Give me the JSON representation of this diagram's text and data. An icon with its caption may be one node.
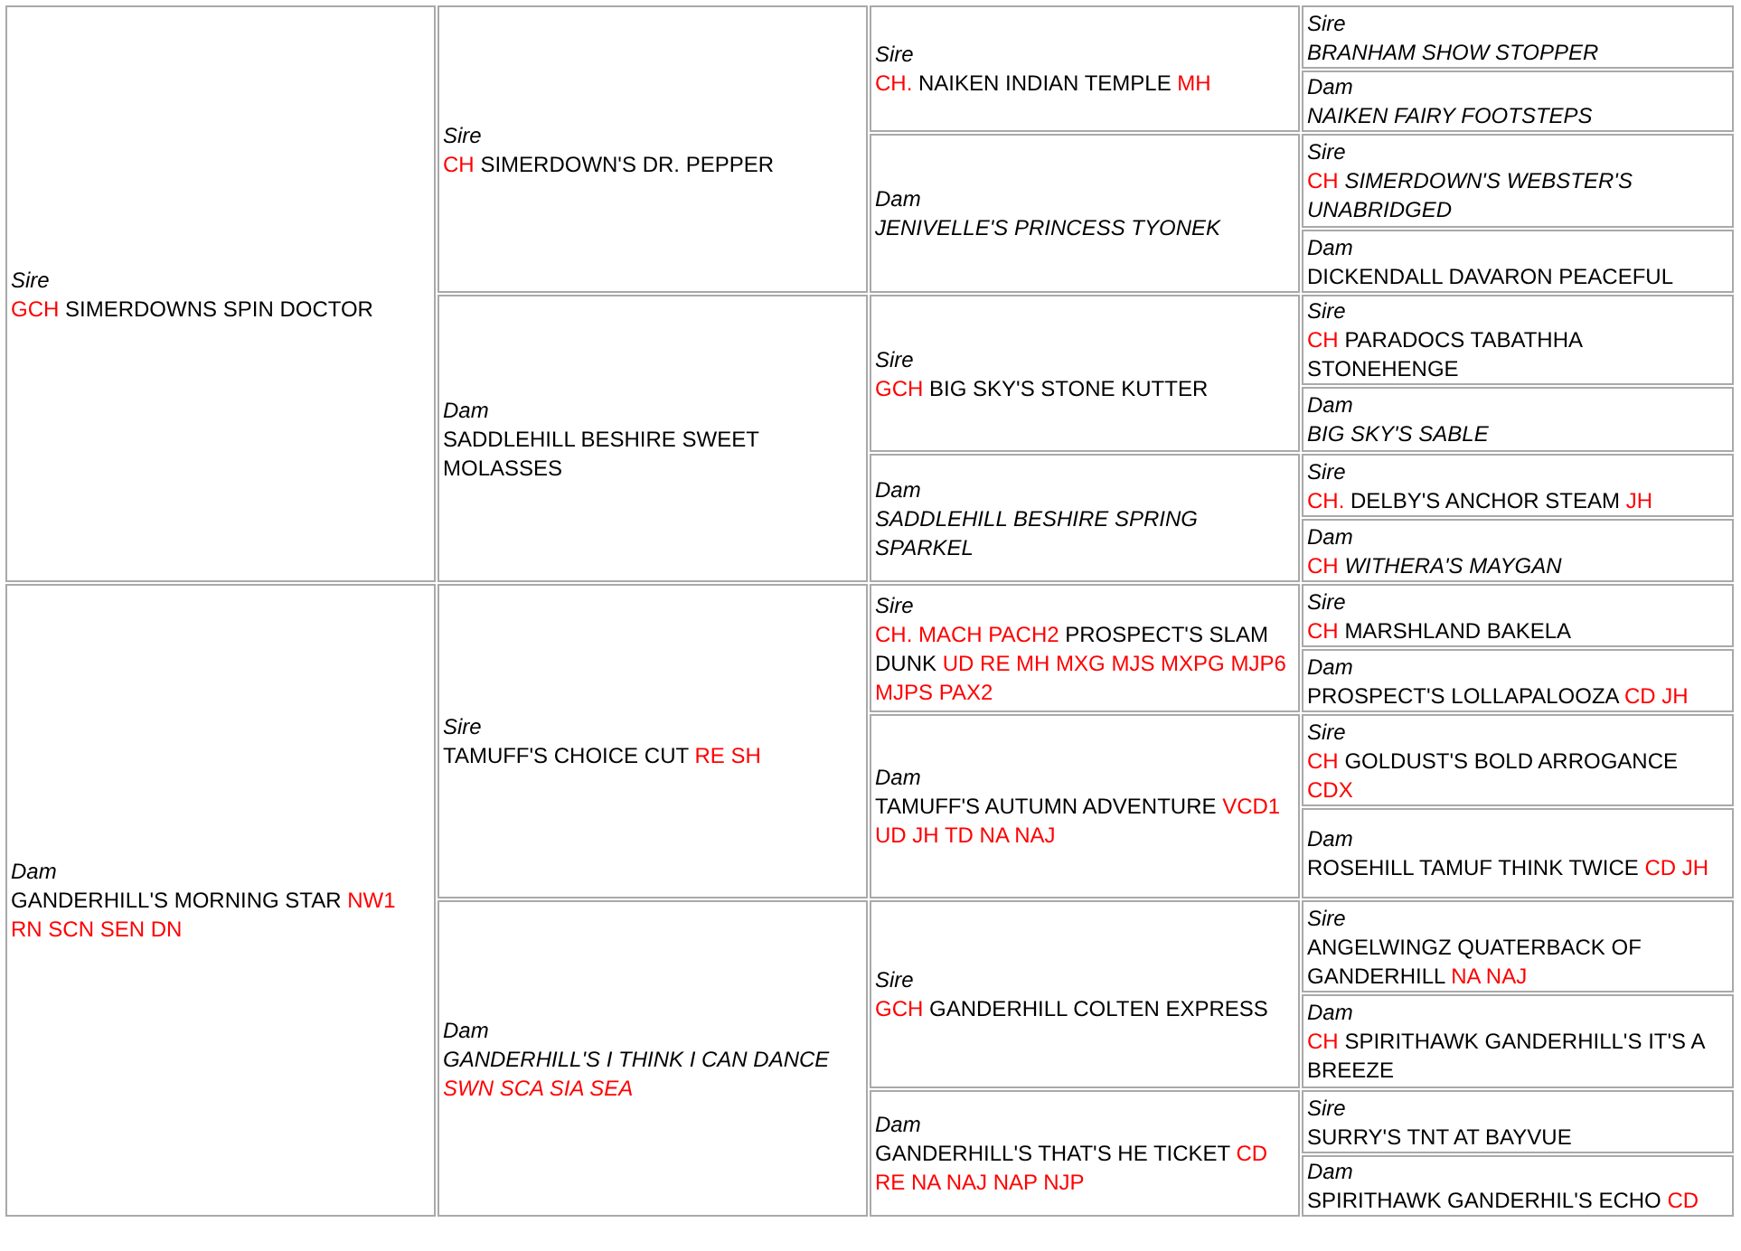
{
  "diagram": {
    "nodes": [
      {
        "text": [
          "Sire",
          "GCH",
          "SIMERDOWNS SPIN DOCTOR"
        ]
      },
      {
        "text": [
          "Sire",
          "CH",
          "SIMERDOWN'S DR. PEPPER"
        ]
      },
      {
        "text": [
          "Sire",
          "CH.",
          "NAIKEN INDIAN TEMPLE",
          "MH"
        ]
      },
      {
        "text": [
          "Sire",
          "BRANHAM SHOW STOPPER"
        ]
      },
      {
        "text": [
          "Dam",
          "NAIKEN FAIRY FOOTSTEPS"
        ]
      },
      {
        "text": [
          "Dam",
          "JENIVELLE'S PRINCESS TYONEK"
        ]
      },
      {
        "text": [
          "Sire",
          "CH",
          "SIMERDOWN'S WEBSTER'S UNABRIDGED"
        ]
      },
      {
        "text": [
          "Dam",
          "DICKENDALL DAVARON PEACEFUL"
        ]
      },
      {
        "text": [
          "Dam",
          "SADDLEHILL BESHIRE SWEET MOLASSES"
        ]
      },
      {
        "text": [
          "Sire",
          "GCH",
          "BIG SKY'S STONE KUTTER"
        ]
      },
      {
        "text": [
          "Sire",
          "CH",
          "PARADOCS TABATHHA STONEHENGE"
        ]
      },
      {
        "text": [
          "Dam",
          "BIG SKY'S SABLE"
        ]
      },
      {
        "text": [
          "Dam",
          "SADDLEHILL BESHIRE SPRING SPARKEL"
        ]
      },
      {
        "text": [
          "Sire",
          "CH.",
          "DELBY'S ANCHOR STEAM",
          "JH"
        ]
      },
      {
        "text": [
          "Dam",
          "CH",
          "WITHERA'S MAYGAN"
        ]
      },
      {
        "text": [
          "Dam",
          "GANDERHILL'S MORNING STAR",
          "NW1 RN SCN SEN DN"
        ]
      },
      {
        "text": [
          "Sire",
          "TAMUFF'S CHOICE CUT",
          "RE SH"
        ]
      },
      {
        "text": [
          "Sire",
          "CH. MACH PACH2",
          "PROSPECT'S SLAM DUNK",
          "UD RE MH MXG MJS MXPG MJP6 MJPS PAX2"
        ]
      },
      {
        "text": [
          "Sire",
          "CH",
          "MARSHLAND BAKELA"
        ]
      },
      {
        "text": [
          "Dam",
          "PROSPECT'S LOLLAPALOOZA",
          "CD JH"
        ]
      },
      {
        "text": [
          "Dam",
          "TAMUFF'S AUTUMN ADVENTURE",
          "VCD1 UD JH TD NA NAJ"
        ]
      },
      {
        "text": [
          "Sire",
          "CH",
          "GOLDUST'S BOLD ARROGANCE",
          "CDX"
        ]
      },
      {
        "text": [
          "Dam",
          "ROSEHILL TAMUF THINK TWICE",
          "CD JH"
        ]
      },
      {
        "text": [
          "Dam",
          "GANDERHILL'S I THINK I CAN DANCE",
          "SWN SCA SIA SEA"
        ]
      },
      {
        "text": [
          "Sire",
          "GCH",
          "GANDERHILL COLTEN EXPRESS"
        ]
      },
      {
        "text": [
          "Sire",
          "ANGELWINGZ QUATERBACK OF GANDERHILL",
          "NA NAJ"
        ]
      },
      {
        "text": [
          "Dam",
          "CH",
          "SPIRITHAWK GANDERHILL'S IT'S A BREEZE"
        ]
      },
      {
        "text": [
          "Dam",
          "GANDERHILL'S THAT'S HE TICKET",
          "CD RE NA NAJ NAP NJP"
        ]
      },
      {
        "text": [
          "Sire",
          "SURRY'S TNT AT BAYVUE"
        ]
      },
      {
        "text": [
          "Dam",
          "SPIRITHAWK GANDERHIL'S ECHO",
          "CD"
        ]
      }
    ]
  }
}
